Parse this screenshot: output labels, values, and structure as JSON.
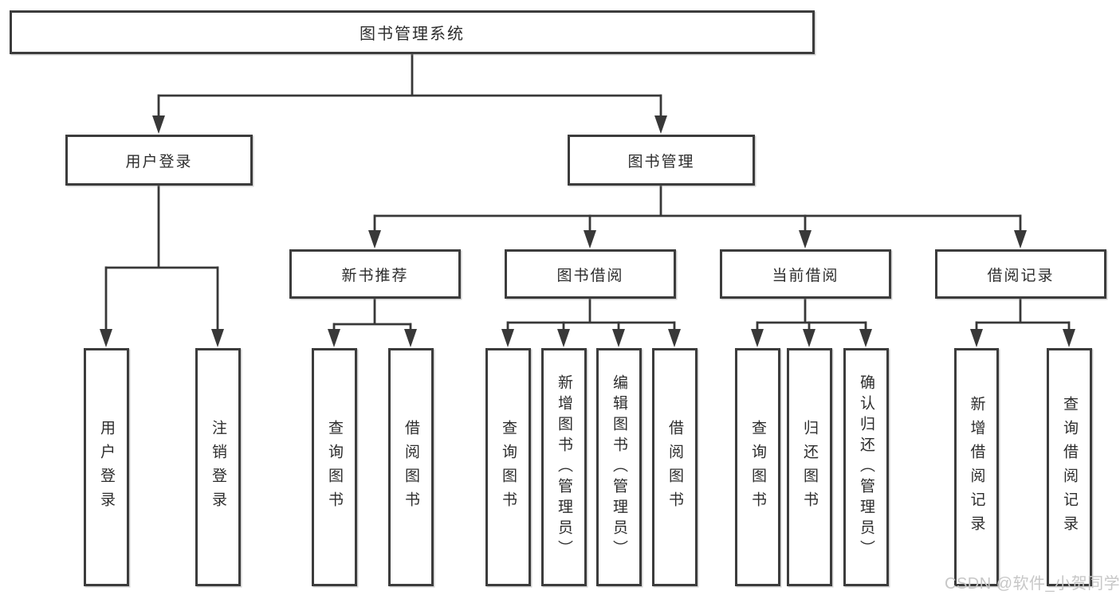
{
  "diagram": {
    "type": "tree",
    "watermark": "CSDN @软件_小贺同学",
    "colors": {
      "line": "#383838",
      "box_border": "#3c3c3c",
      "text": "#2d2d2d",
      "watermark": "#c7c7c7",
      "background": "#ffffff"
    },
    "nodes": {
      "root": {
        "label": "图书管理系统"
      },
      "level2": [
        {
          "label": "用户登录",
          "children": [
            "用户登录",
            "注销登录"
          ]
        },
        {
          "label": "图书管理"
        }
      ],
      "level3": [
        {
          "label": "新书推荐",
          "children": [
            "查询图书",
            "借阅图书"
          ]
        },
        {
          "label": "图书借阅",
          "children": [
            "查询图书",
            "新增图书（管理员）",
            "编辑图书（管理员）",
            "借阅图书"
          ]
        },
        {
          "label": "当前借阅",
          "children": [
            "查询图书",
            "归还图书",
            "确认归还（管理员）"
          ]
        },
        {
          "label": "借阅记录",
          "children": [
            "新增借阅记录",
            "查询借阅记录"
          ]
        }
      ]
    }
  }
}
